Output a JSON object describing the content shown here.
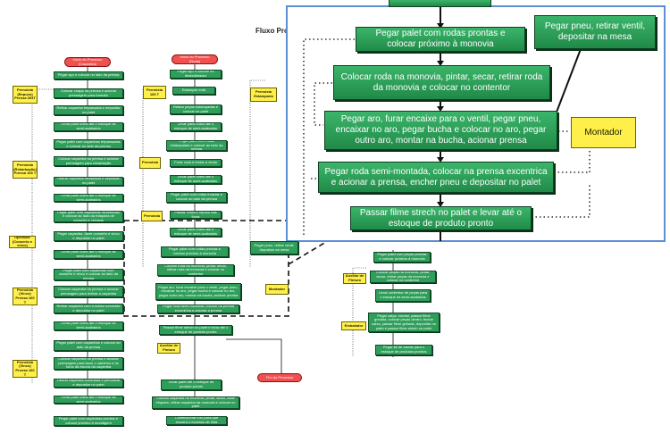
{
  "title": "Fluxo Pro",
  "lanes": [
    {
      "start": "Início do Processo\n(Caçamba)",
      "boxes": [
        "Pegar aço e colocar no lado da prensa",
        "Colocar chapa na prensa e acionar prensagem para formato",
        "Retirar caçamba trepassada e depositar no palet",
        "Levar palet cheio até o estoque de semi-acabados",
        "Pegar palet com caçambas trepassadas e colocar ao lado da prensa",
        "Colocar caçamba na prensa e acionar prensagem para rebarbação",
        "Retirar caçamba rebarbada e depositar no palet",
        "Levar palet cheio até o estoque de semi-acabados",
        "Pegar palet com caçambas rebarbadas e colocar ao lado da máquina de conserto e vincada",
        "Pegar caçamba, fazer conserto e vinco e depositar no palet",
        "Levar palet cheio até o estoque de semi-acabados",
        "Pegar palet com caçambas com conserto e vinco e colocar ao lado da prensa",
        "Colocar caçamba na prensa e acionar prensagem para dobrar a caçamba",
        "Retirar caçamba com a dobra concluída e depositar no palet",
        "Levar palet cheio até o estoque de semi-acabados",
        "Pegar palet com caçambas e colocar ao lado da prensa",
        "Colocar caçamba na prensa e acionar prensagem para fazer o caminho e os furos da escora da caçamba",
        "Retirar caçamba corrimada e perfurada e depositar no palet",
        "Levar palet cheio até o estoque de semi-acabados",
        "Pegar palet com caçambas prontas e colocar próximo à montagem"
      ],
      "roles": [
        "Prensista\n(Repuxo)\nPrensa 303T",
        "Prensista\n(Rebarbação)\nPrensa 103 T",
        "Operador\n(Conserto e vinco)",
        "Prensista\n(Vinco)\nPrensa 160 T",
        "Prensista\n(Vinco)\nPrensa 160 T"
      ]
    },
    {
      "start": "Início do Processo\n(Roda)",
      "boxes": [
        "Pegar aço e colocar no desbobinador",
        "Estampar roda",
        "Retirar peças estampadas e colocar no palet",
        "Levar palet cheio até o estoque de semi-acabados",
        "Pegar palet com rodas estampadas e colocar ao lado da prensa",
        "Furar roda e iniciar a virola",
        "Levar palet cheio até o estoque de semi-acabados",
        "Pegar palet com rodas furadas e colocar ao lado da prensa",
        "Passar virola e repuxo das furas",
        "Levar palet cheio até o estoque de semi-acabados",
        "Pegar palet com rodas prontas e colocar próximo à monovia",
        "Colocar roda na monovia, pintar, secar, retirar roda da monovia e colocar no contentor",
        "Pegar aro, furar encaixe para o ventil, pegar pneu, encaixar no aro, pegar bucha e colocar no aro, pegar outro aro, montar na bucha, acionar prensa",
        "Pegar roda semi-montada, colocar na prensa excentrica e acionar a prensa",
        "Passar filme strech no palet e levar até o estoque de produto pronto",
        "Levar palet até o estoque de produto pronto",
        "Colocar caçamba na monovia, pintar, secar, colar etiqueta, retirar caçamba da monovia e colocar no palet",
        "Confeccionar furo para que escorra o excesso de tinta"
      ],
      "roles": [
        "Prensista\n160 T",
        "Prensista",
        "Prensista"
      ],
      "aux": "Auxiliar de\nPintura",
      "pneu": "Pegar pneu, retirar ventil, depositar na mesa",
      "montador": "Montador",
      "end": "Fim do Processo"
    },
    {
      "roles": [
        "Prensista\nEstamparia"
      ],
      "boxes": [
        "Pegar palet com peças prontas e colocar próximo à monovia",
        "Colocar peças na monovia, pintar, secar, retirar peças da monovia e colocar no contentor",
        "Levar contentor de peças para o estoque de semi-acabados",
        "Pegar calça, montar, passar filme grelada, colocar peças dentro, fechar caixa, passar filme grelada, depositar no palet e passar filme strech no palet",
        "Pegar kit de caixas para o estoque de produtos prontos"
      ],
      "aux": "Auxiliar de\nPintura",
      "emb": "Embalador"
    }
  ],
  "zoom": {
    "boxes": [
      "Pegar palet com rodas prontas e colocar próximo à monovia",
      "Colocar roda na monovia, pintar, secar, retirar roda da monovia e colocar no contentor",
      "Pegar aro, furar encaixe para o ventil, pegar pneu, encaixar no aro, pegar bucha e colocar no aro, pegar outro aro, montar na bucha, acionar prensa",
      "Pegar roda semi-montada, colocar na prensa excentrica e acionar a prensa, encher pneu e depositar no palet",
      "Passar filme strech no palet e levar até o estoque de produto pronto"
    ],
    "pneu": "Pegar pneu, retirar ventil, depositar na mesa",
    "montador": "Montador"
  },
  "colors": {
    "box": "#2f9e5a",
    "role": "#ffef4a",
    "terminal": "#f05050",
    "zoom_border": "#5b8fd4"
  }
}
